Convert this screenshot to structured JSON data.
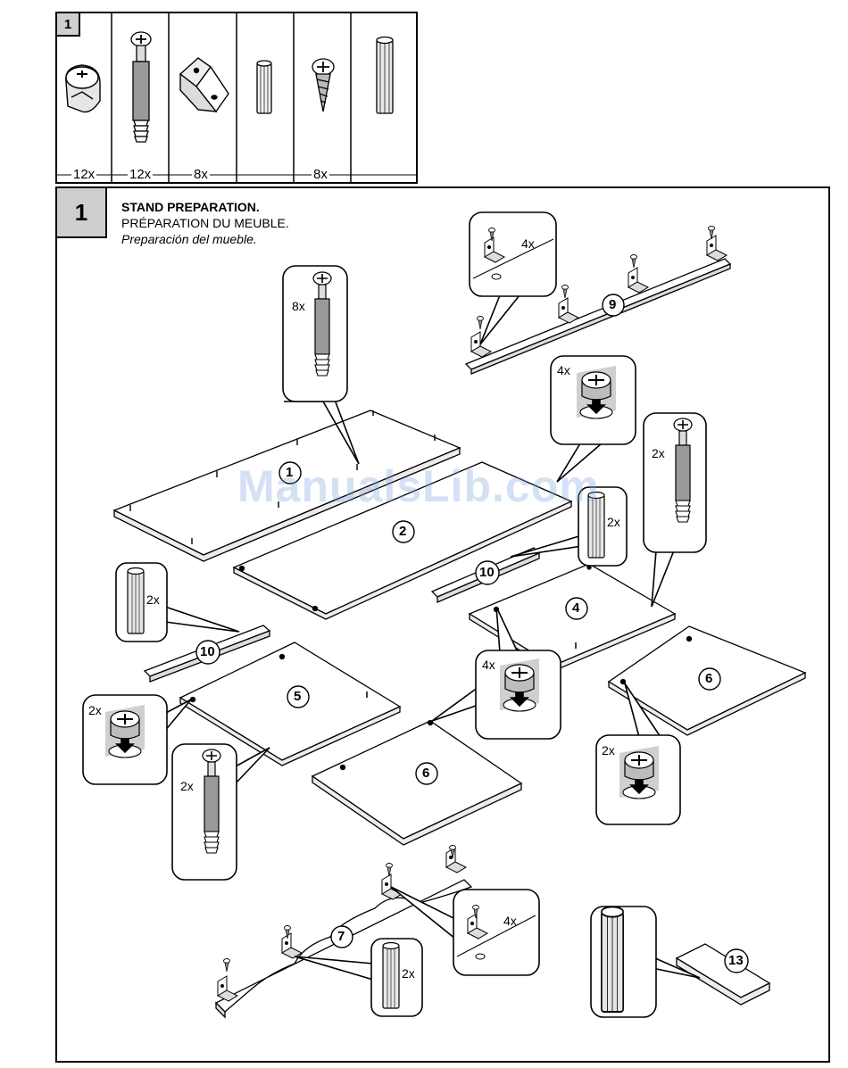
{
  "hardware": {
    "step_label": "1",
    "quantities": [
      "12x",
      "12x",
      "8x",
      "8x"
    ]
  },
  "step": {
    "number": "1",
    "title_en": "STAND PREPARATION.",
    "title_fr": "PRÉPARATION DU MEUBLE.",
    "title_es": "Preparación del mueble."
  },
  "watermark": "ManualsLib.com",
  "parts": {
    "p1": "1",
    "p2": "2",
    "p4": "4",
    "p5": "5",
    "p6a": "6",
    "p6b": "6",
    "p7": "7",
    "p9": "9",
    "p10a": "10",
    "p10b": "10",
    "p13": "13"
  },
  "callouts": {
    "bolt_top": "8x",
    "bracket_top": "4x",
    "cam_top": "4x",
    "dowel_mid": "2x",
    "bolt_right": "2x",
    "dowel_left": "2x",
    "cam_left": "2x",
    "bolt_left": "2x",
    "cam_center": "4x",
    "cam_right": "2x",
    "bracket_bottom": "4x",
    "dowel_bottom": "2x"
  }
}
